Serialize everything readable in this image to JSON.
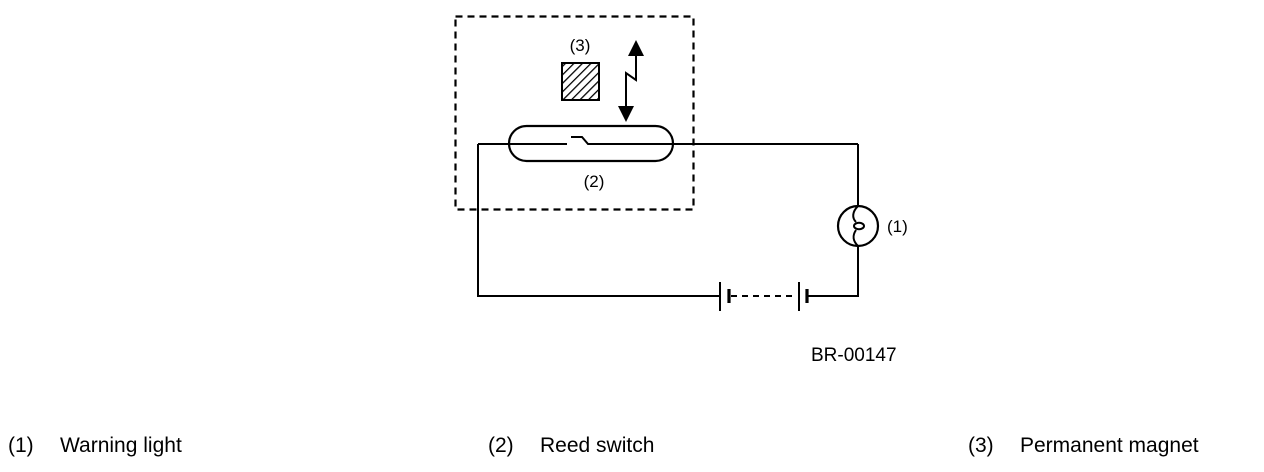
{
  "figure": {
    "id": "BR-00147",
    "title": "Reed switch warning light circuit",
    "callouts": {
      "warning_light": "(1)",
      "reed_switch": "(2)",
      "permanent_magnet": "(3)"
    },
    "components": [
      {
        "ref": "1",
        "name": "warning-light",
        "symbol": "lamp"
      },
      {
        "ref": "2",
        "name": "reed-switch",
        "symbol": "reed-tube-contact"
      },
      {
        "ref": "3",
        "name": "permanent-magnet",
        "symbol": "hatched-square"
      },
      {
        "ref": "",
        "name": "battery",
        "symbol": "multi-cell-battery"
      },
      {
        "ref": "",
        "name": "magnet-movement",
        "symbol": "double-headed-zigzag-arrow"
      }
    ]
  },
  "legend": [
    {
      "num": "(1)",
      "label": "Warning light"
    },
    {
      "num": "(2)",
      "label": "Reed switch"
    },
    {
      "num": "(3)",
      "label": "Permanent magnet"
    }
  ],
  "colors": {
    "line": "#000000",
    "background": "#ffffff"
  }
}
